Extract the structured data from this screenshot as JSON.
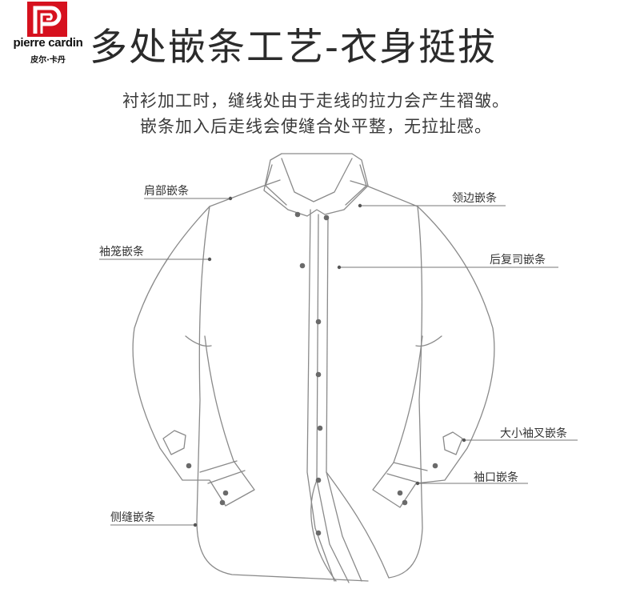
{
  "brand": {
    "name": "pierre cardin",
    "name_cn": "皮尔·卡丹"
  },
  "title": "多处嵌条工艺-衣身挺拔",
  "subtitle": [
    "衬衫加工时，缝线处由于走线的拉力会产生褶皱。",
    "嵌条加入后走线会使缝合处平整，无拉扯感。"
  ],
  "labels": {
    "shoulder": "肩部嵌条",
    "sleeve_cage": "袖笼嵌条",
    "side_seam": "侧缝嵌条",
    "collar": "领边嵌条",
    "back_yoke": "后复司嵌条",
    "sleeve_placket": "大小袖叉嵌条",
    "cuff": "袖口嵌条"
  },
  "colors": {
    "brand_red": "#d6111e",
    "line": "#888888",
    "text": "#333333"
  }
}
